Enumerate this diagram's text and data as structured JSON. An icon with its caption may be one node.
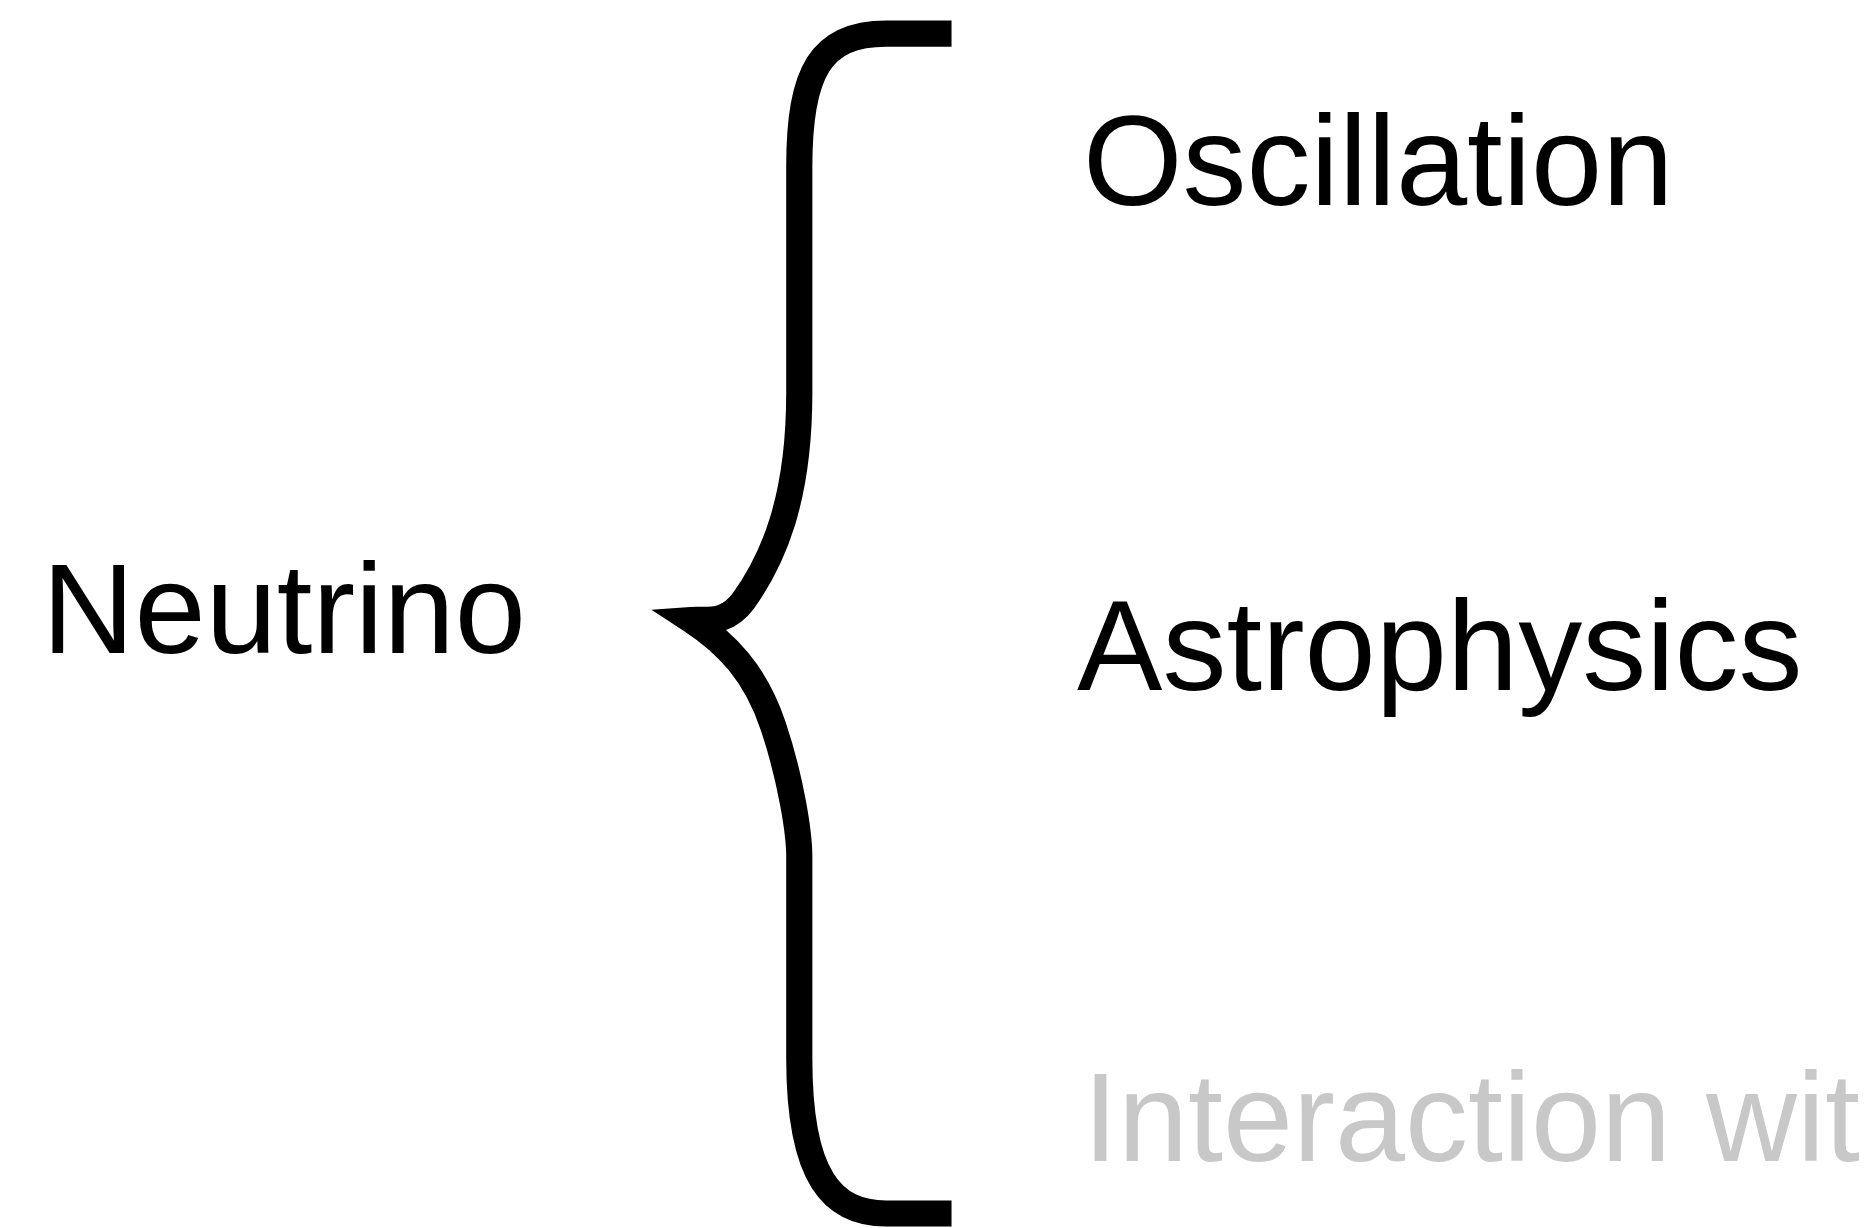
{
  "diagram": {
    "labels": [
      "Neutrino",
      "Oscillation",
      "Astrophysics",
      "Interaction wit"
    ]
  }
}
